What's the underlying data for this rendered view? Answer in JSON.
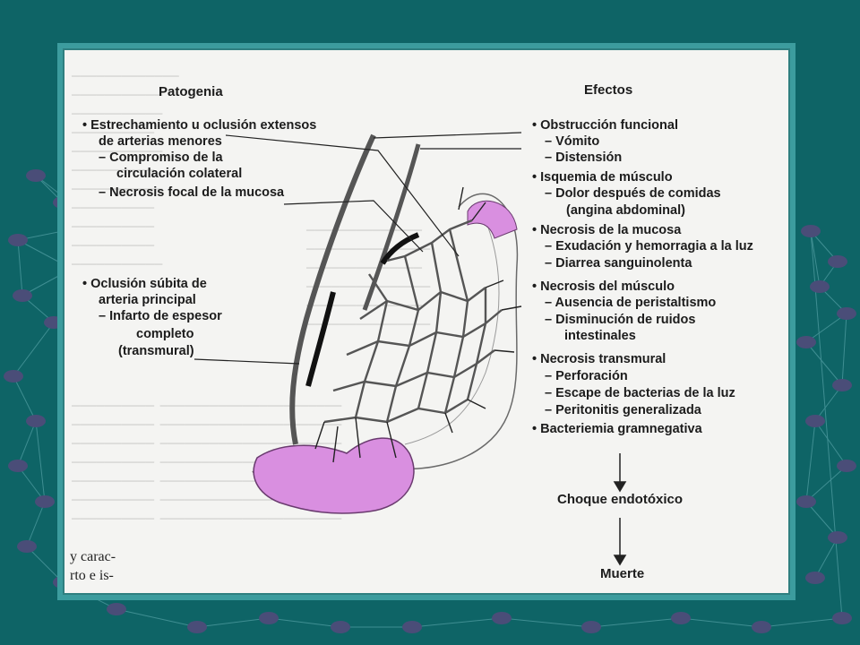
{
  "colors": {
    "slide_background": "#0e6466",
    "card_border": "#3c9c9e",
    "network_node": "#4a4d78",
    "ischemic_bowel": "#d98fe0"
  },
  "patogenia": {
    "title": "Patogenia",
    "items": [
      "• Estrechamiento u oclusión extensos",
      "de arterias menores",
      "– Compromiso de la",
      "circulación colateral",
      "– Necrosis focal de la mucosa",
      "• Oclusión súbita de",
      "arteria principal",
      "– Infarto de espesor",
      "completo",
      "(transmural)"
    ]
  },
  "efectos": {
    "title": "Efectos",
    "items": [
      "• Obstrucción funcional",
      "– Vómito",
      "– Distensión",
      "• Isquemia de músculo",
      "– Dolor después de comidas",
      "(angina abdominal)",
      "• Necrosis de la mucosa",
      "– Exudación y hemorragia a la luz",
      "– Diarrea sanguinolenta",
      "• Necrosis del músculo",
      "– Ausencia de peristaltismo",
      "– Disminución de ruidos",
      "intestinales",
      "• Necrosis transmural",
      "– Perforación",
      "– Escape de bacterias de la luz",
      "– Peritonitis generalizada",
      "• Bacteriemia gramnegativa"
    ],
    "choque": "Choque endotóxico",
    "muerte": "Muerte"
  },
  "page_fragment": {
    "lines": [
      "y carac-",
      "rto e is-"
    ]
  }
}
